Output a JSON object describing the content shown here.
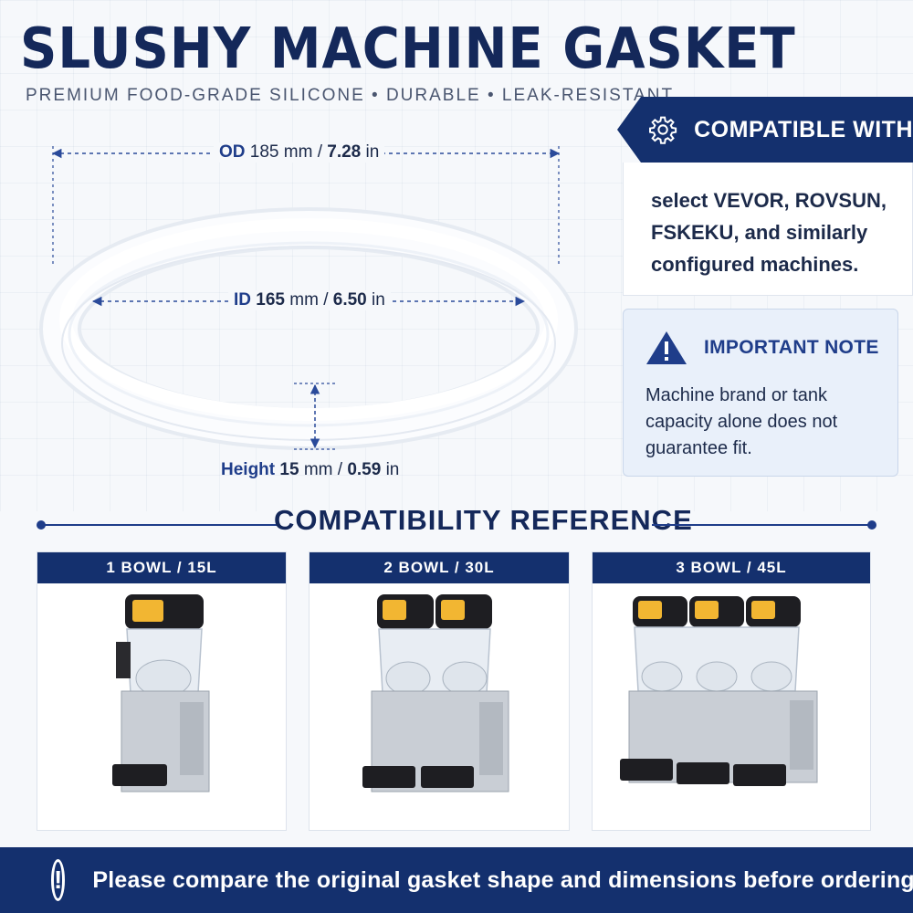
{
  "header": {
    "title": "SLUSHY MACHINE GASKET",
    "subtitle": "PREMIUM FOOD-GRADE SILICONE • DURABLE • LEAK-RESISTANT"
  },
  "dimensions": {
    "od": {
      "label": "OD",
      "value": "185",
      "unit": "mm",
      "imperial": "7.28",
      "imperial_unit": "in"
    },
    "id": {
      "label": "ID",
      "value": "165",
      "unit": "mm",
      "imperial": "6.50",
      "imperial_unit": "in"
    },
    "height": {
      "label": "Height",
      "value": "15",
      "unit": "mm",
      "imperial": "0.59",
      "imperial_unit": "in"
    }
  },
  "compatible": {
    "heading": "COMPATIBLE WITH",
    "line1": "select VEVOR, ROVSUN,",
    "line2": "FSKEKU, and similarly",
    "line3": "configured machines."
  },
  "note": {
    "heading": "IMPORTANT NOTE",
    "line1": "Machine brand or tank",
    "line2": "capacity alone does not",
    "line3": "guarantee fit."
  },
  "reference": {
    "title": "COMPATIBILITY REFERENCE",
    "cards": [
      {
        "label": "1 BOWL / 15L"
      },
      {
        "label": "2 BOWL / 30L"
      },
      {
        "label": "3 BOWL / 45L"
      }
    ]
  },
  "footer": {
    "icon": "!",
    "text": "Please compare the original gasket shape and dimensions before ordering."
  },
  "colors": {
    "navy": "#14306e",
    "accent": "#1f3d8a"
  }
}
